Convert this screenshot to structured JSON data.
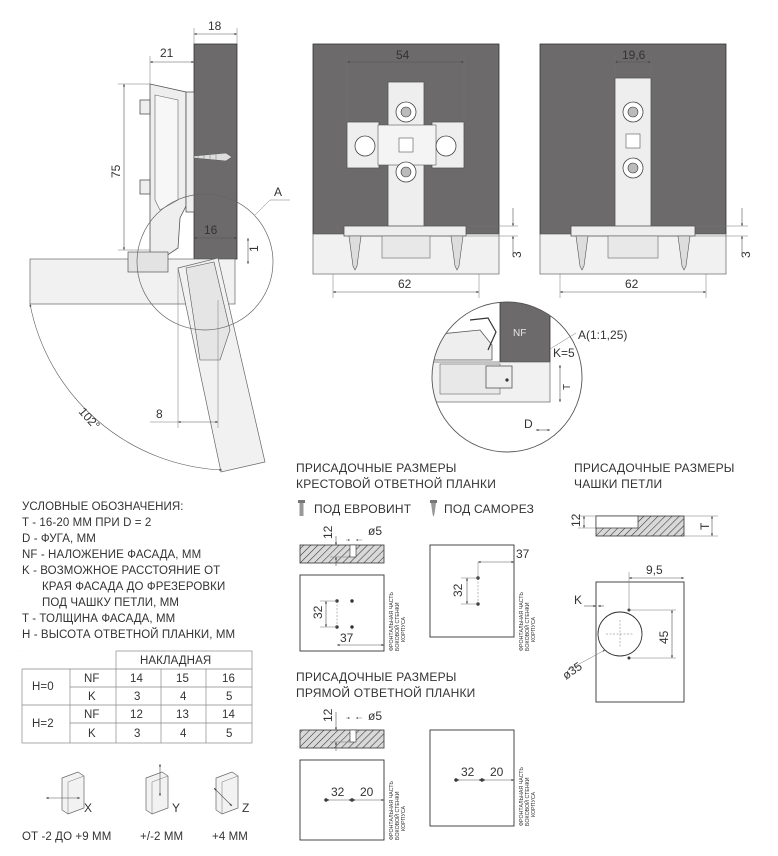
{
  "side_view": {
    "dim_18": "18",
    "dim_21": "21",
    "dim_75": "75",
    "dim_16": "16",
    "dim_1": "1",
    "dim_8": "8",
    "angle": "102°",
    "detail_marker": "A"
  },
  "front_cross": {
    "dim_54": "54",
    "dim_3": "3",
    "dim_62": "62"
  },
  "front_straight": {
    "dim_19_6": "19,6",
    "dim_3": "3",
    "dim_62": "62"
  },
  "detail_a": {
    "title": "A(1:1,25)",
    "nf": "NF",
    "k": "K=5",
    "t": "T",
    "d": "D"
  },
  "cross_plate": {
    "title_line1": "ПРИСАДОЧНЫЕ РАЗМЕРЫ",
    "title_line2": "КРЕСТОВОЙ ОТВЕТНОЙ ПЛАНКИ",
    "euro_label": "ПОД ЕВРОВИНТ",
    "screw_label": "ПОД САМОРЕЗ",
    "dim_12": "12",
    "dim_d5": "ø5",
    "dim_32": "32",
    "dim_37": "37",
    "front_note_1": "ФРОНТАЛЬНАЯ ЧАСТЬ",
    "front_note_2": "БОКОВОЙ СТЕНКИ",
    "front_note_3": "КОРПУСА"
  },
  "cup": {
    "title_line1": "ПРИСАДОЧНЫЕ РАЗМЕРЫ",
    "title_line2": "ЧАШКИ ПЕТЛИ",
    "dim_12": "12",
    "dim_t": "T",
    "dim_9_5": "9,5",
    "dim_k": "K",
    "dim_45": "45",
    "dim_d35": "ø35"
  },
  "straight_plate": {
    "title_line1": "ПРИСАДОЧНЫЕ РАЗМЕРЫ",
    "title_line2": "ПРЯМОЙ ОТВЕТНОЙ ПЛАНКИ",
    "dim_12": "12",
    "dim_d5": "ø5",
    "dim_32": "32",
    "dim_20": "20"
  },
  "legend": {
    "title": "УСЛОВНЫЕ ОБОЗНАЧЕНИЯ:",
    "lines": [
      "T - 16-20 ММ ПРИ D = 2",
      "D - ФУГА, ММ",
      "NF - НАЛОЖЕНИЕ ФАСАДА, ММ",
      "K - ВОЗМОЖНОЕ РАССТОЯНИЕ ОТ",
      "КРАЯ ФАСАДА ДО ФРЕЗЕРОВКИ",
      "ПОД ЧАШКУ ПЕТЛИ, ММ",
      "T - ТОЛЩИНА ФАСАДА, ММ",
      "H - ВЫСОТА ОТВЕТНОЙ ПЛАНКИ, ММ"
    ]
  },
  "table": {
    "header": "НАКЛАДНАЯ",
    "rows": [
      {
        "h": "H=0",
        "label": "NF",
        "values": [
          "14",
          "15",
          "16"
        ]
      },
      {
        "h": "",
        "label": "K",
        "values": [
          "3",
          "4",
          "5"
        ]
      },
      {
        "h": "H=2",
        "label": "NF",
        "values": [
          "12",
          "13",
          "14"
        ]
      },
      {
        "h": "",
        "label": "K",
        "values": [
          "3",
          "4",
          "5"
        ]
      }
    ]
  },
  "adjust": {
    "x_axis": "X",
    "y_axis": "Y",
    "z_axis": "Z",
    "x_range": "ОТ -2 ДО +9 ММ",
    "y_range": "+/-2 ММ",
    "z_range": "+4 ММ"
  }
}
